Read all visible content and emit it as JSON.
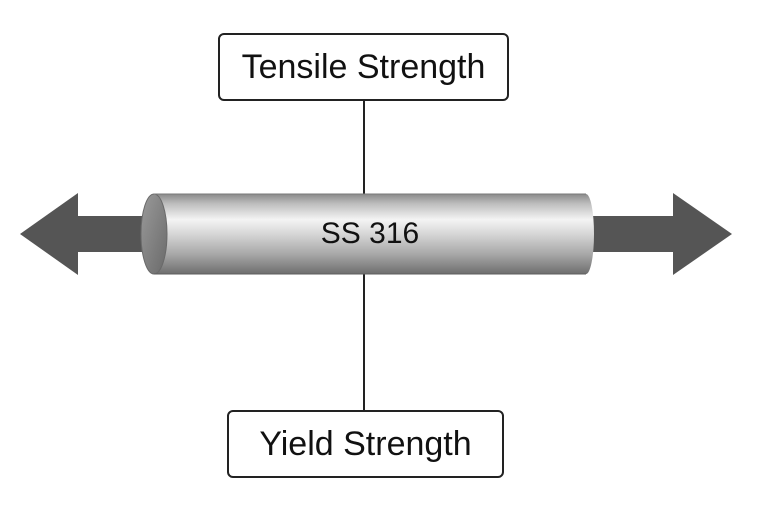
{
  "diagram": {
    "top_label": "Tensile Strength",
    "bottom_label": "Yield Strength",
    "bar_label": "SS 316",
    "colors": {
      "arrow": "#555555",
      "line": "#222222",
      "bar_dark": "#7a7a7a",
      "bar_light": "#f2f2f2"
    },
    "icons": {
      "left_arrow": "left-arrow-icon",
      "right_arrow": "right-arrow-icon"
    }
  }
}
